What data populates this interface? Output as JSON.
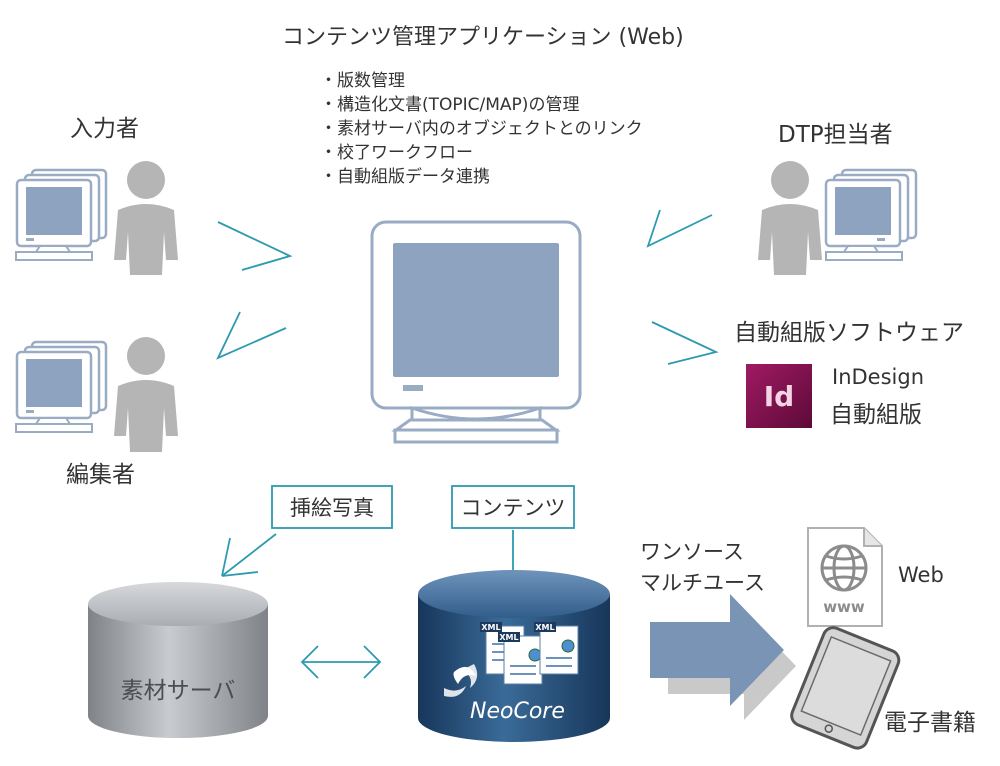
{
  "app": {
    "title": "コンテンツ管理アプリケーション (Web)",
    "features": [
      "・版数管理",
      "・構造化文書(TOPIC/MAP)の管理",
      "・素材サーバ内のオブジェクトとのリンク",
      "・校了ワークフロー",
      "・自動組版データ連携"
    ]
  },
  "roles": {
    "input": "入力者",
    "editor": "編集者",
    "dtp": "DTP担当者"
  },
  "auto_typesetting": {
    "heading": "自動組版ソフトウェア",
    "logo_text": "Id",
    "product": "InDesign",
    "product_sub": "自動組版"
  },
  "storage": {
    "photo_label": "挿絵写真",
    "contents_label": "コンテンツ",
    "material_server": "素材サーバ",
    "db_name": "NeoCore",
    "xml_tag": "XML"
  },
  "output": {
    "one_source_line1": "ワンソース",
    "one_source_line2": "マルチユース",
    "web": "Web",
    "www": "www",
    "ebook": "電子書籍"
  },
  "colors": {
    "monitor_stroke": "#9aabc4",
    "screen": "#8ea3bf",
    "person": "#b5b5b5",
    "arrow_line": "#2c9ab0",
    "big_arrow": "#7a94b6",
    "big_arrow_shadow": "#c9c9c9",
    "db_blue": "#2f5a86",
    "db_gray": "#9a9ea3",
    "indesign": "#8b1053"
  }
}
